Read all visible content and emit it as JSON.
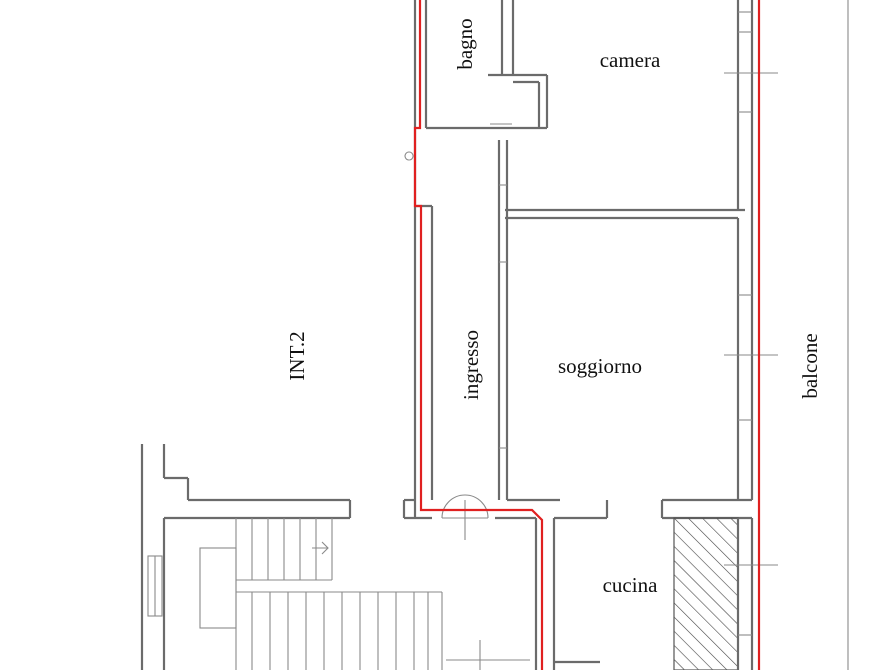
{
  "floor_plan": {
    "rooms": {
      "bagno": "bagno",
      "camera": "camera",
      "unit": "INT.2",
      "ingresso": "ingresso",
      "soggiorno": "soggiorno",
      "balcone": "balcone",
      "cucina": "cucina"
    },
    "colors": {
      "walls": "#6b6b6b",
      "property_boundary": "#e02020",
      "background": "#ffffff"
    }
  }
}
